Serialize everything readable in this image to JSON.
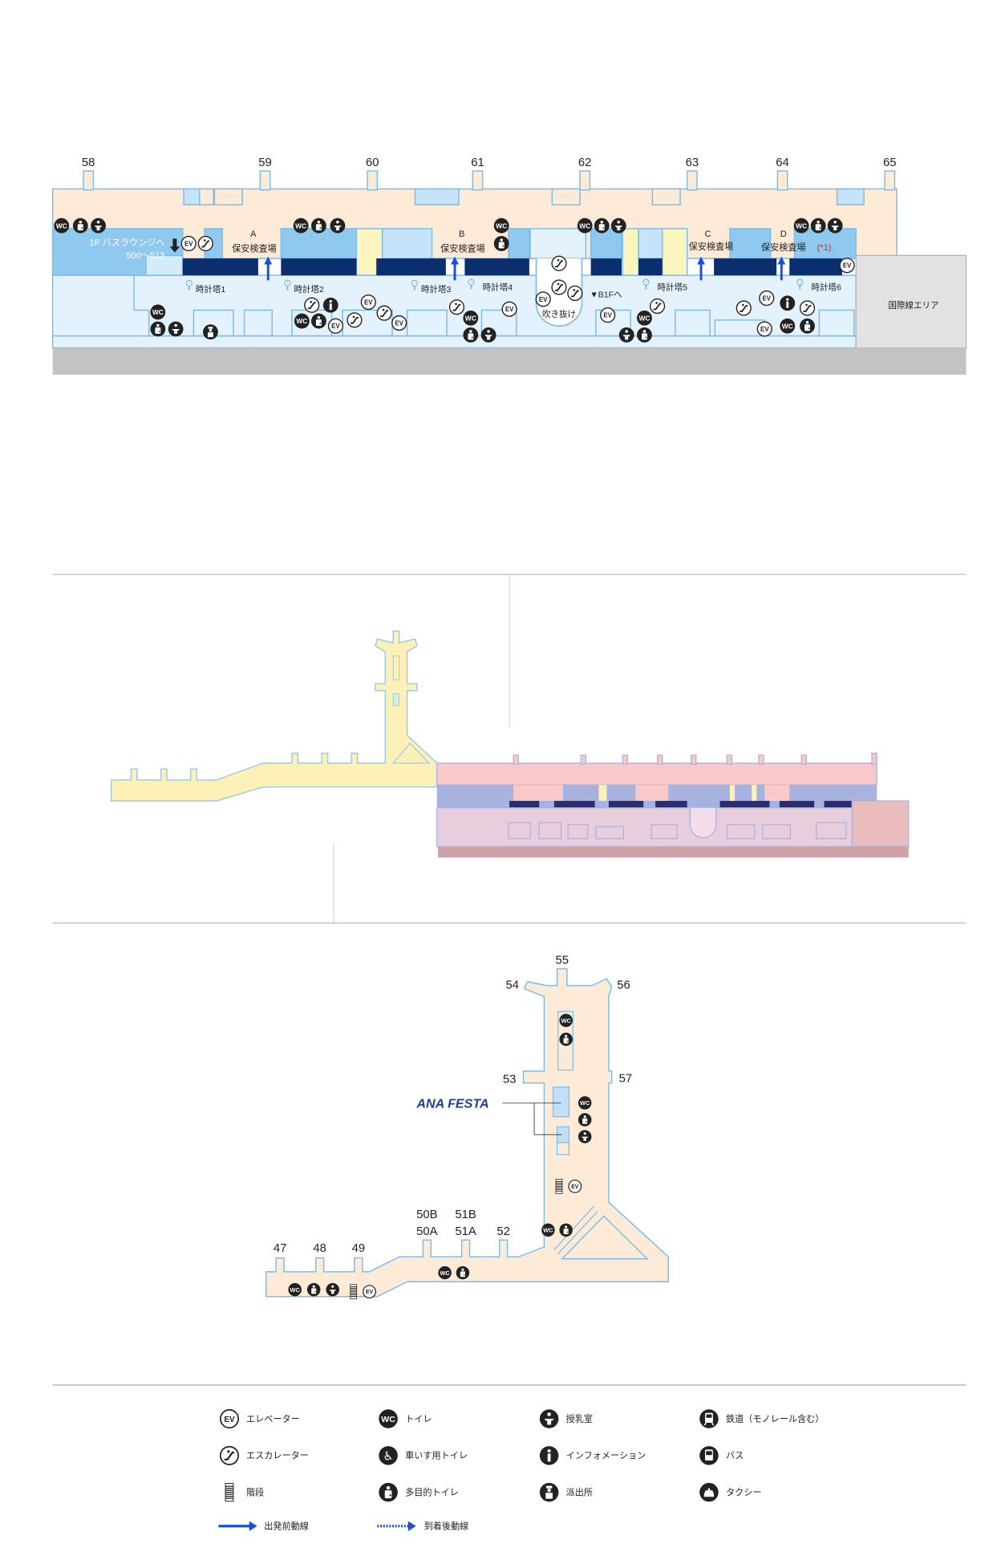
{
  "top_map": {
    "gates": [
      "58",
      "59",
      "60",
      "61",
      "62",
      "63",
      "64",
      "65"
    ],
    "bus_lounge": "1F バスラウンジへ",
    "bus_gates": "500～513",
    "security": [
      {
        "letter": "A",
        "label": "保安検査場"
      },
      {
        "letter": "B",
        "label": "保安検査場"
      },
      {
        "letter": "C",
        "label": "保安検査場"
      },
      {
        "letter": "D",
        "label": "保安検査場"
      }
    ],
    "security_note": "(*1)",
    "clocks": [
      "時計塔1",
      "時計塔2",
      "時計塔3",
      "時計塔4",
      "時計塔5",
      "時計塔6"
    ],
    "b1f": "▼B1Fへ",
    "atrium": "吹き抜け",
    "international_area": "国際線エリア"
  },
  "satellite_map": {
    "gates": {
      "g47": "47",
      "g48": "48",
      "g49": "49",
      "g50b": "50B",
      "g50a": "50A",
      "g51b": "51B",
      "g51a": "51A",
      "g52": "52",
      "g53": "53",
      "g54": "54",
      "g55": "55",
      "g56": "56",
      "g57": "57"
    },
    "shop": "ANA FESTA"
  },
  "legend": {
    "elevator": "エレベーター",
    "escalator": "エスカレーター",
    "stairs": "階段",
    "toilet": "トイレ",
    "wheelchair_toilet": "車いす用トイレ",
    "multipurpose_toilet": "多目的トイレ",
    "nursing_room": "授乳室",
    "information": "インフォメーション",
    "police_box": "派出所",
    "railway": "鉄道（モノレール含む）",
    "bus": "バス",
    "taxi": "タクシー",
    "departure_route": "出発前動線",
    "arrival_route": "到着後動線"
  },
  "colors": {
    "concourse": "#fdebd8",
    "landside": "#e3f2fc",
    "room_blue": "#8fc9f0",
    "security_bar": "#0b2e6f",
    "route_blue": "#1a4fd8",
    "note_red": "#e02020",
    "shop_brand": "#1c3f94"
  }
}
